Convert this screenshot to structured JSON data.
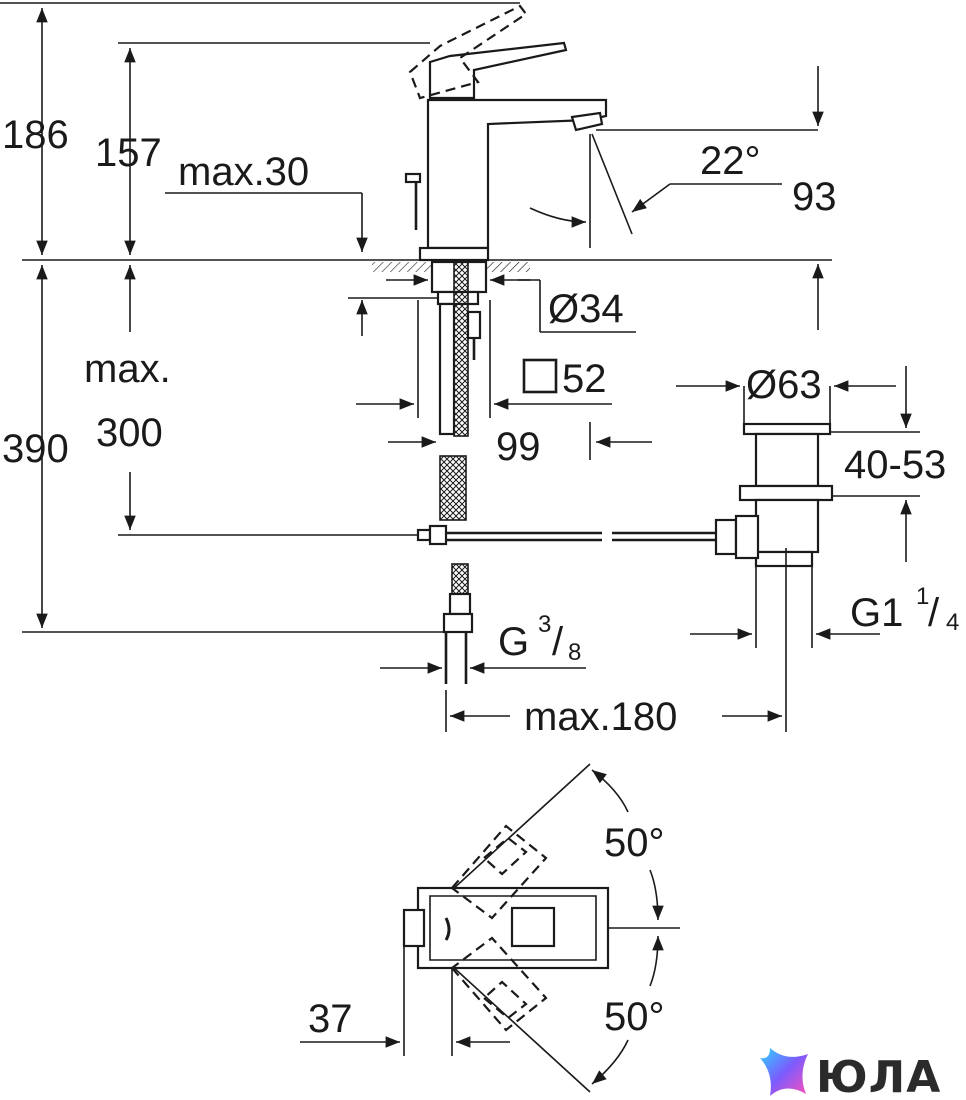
{
  "dimensions": {
    "total_height": "186",
    "spout_height": "157",
    "max_30": "max.30",
    "angle_spout": "22°",
    "projection": "93",
    "hole_diameter": "Ø34",
    "max_label": "max.",
    "max_value": "300",
    "square": "52",
    "depth": "99",
    "total_depth": "390",
    "waste_diameter": "Ø63",
    "waste_range": "40-53",
    "waste_thread_main": "G1",
    "waste_thread_num": "1",
    "waste_thread_sep": "/",
    "waste_thread_den": "4",
    "supply_thread_main": "G",
    "supply_thread_num": "3",
    "supply_thread_sep": "/",
    "supply_thread_den": "8",
    "max_180": "max.180",
    "rotation_upper": "50°",
    "rotation_lower": "50°",
    "offset": "37"
  },
  "watermark": {
    "brand": "ЮЛА",
    "colors": [
      "#ff4fb8",
      "#7a5cff",
      "#2fd6ff"
    ]
  }
}
